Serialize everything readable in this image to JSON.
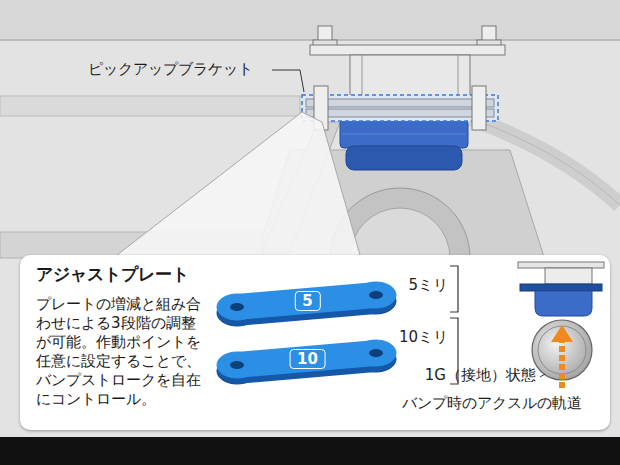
{
  "diagram": {
    "nodes": [
      {
        "text": [
          "アジャストプレート",
          "プレートの増減と組み合 わせによる3段階の調整 が可能。作動ポイントを 任意に設定することで、 バンプストロークを自在 にコントロール。"
        ]
      },
      {
        "text": [
          "5"
        ],
        "in": 0
      },
      {
        "text": [
          "10"
        ],
        "in": 0
      }
    ],
    "labels": [
      "ピックアップブラケット",
      "5ミリ",
      "10ミリ",
      "1G（接地）状態",
      "バンプ時のアクスルの軌道"
    ]
  }
}
